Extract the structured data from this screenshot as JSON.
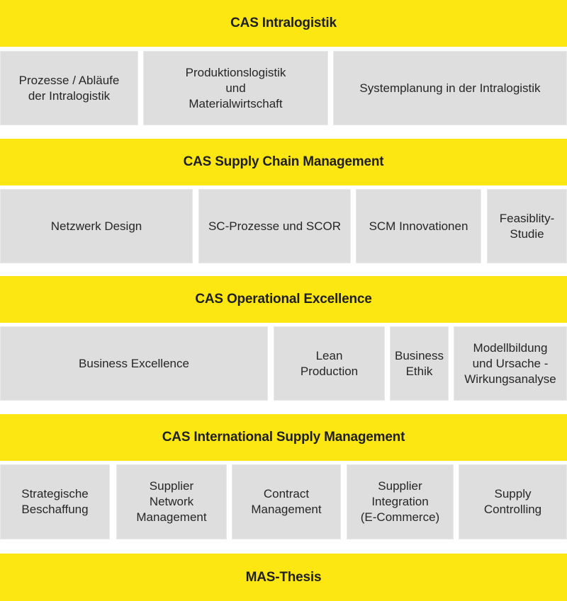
{
  "colors": {
    "header_band": "#fde713",
    "module_box": "#dedede",
    "text": "#222222"
  },
  "programs": [
    {
      "title": "CAS Intralogistik",
      "modules": [
        "Prozesse / Abläufe\nder Intralogistik",
        "Produktionslogistik\nund\nMaterialwirtschaft",
        "Systemplanung in der Intralogistik"
      ]
    },
    {
      "title": "CAS Supply Chain Management",
      "modules": [
        "Netzwerk Design",
        "SC-Prozesse und SCOR",
        "SCM Innovationen",
        "Feasiblity-\nStudie"
      ]
    },
    {
      "title": "CAS Operational Excellence",
      "modules": [
        "Business Excellence",
        "Lean\nProduction",
        "Business\nEthik",
        "Modellbildung\nund Ursache -\nWirkungsanalyse"
      ]
    },
    {
      "title": "CAS International Supply Management",
      "modules": [
        "Strategische\nBeschaffung",
        "Supplier\nNetwork\nManagement",
        "Contract\nManagement",
        "Supplier\nIntegration\n(E-Commerce)",
        "Supply\nControlling"
      ]
    }
  ],
  "thesis": {
    "title": "MAS-Thesis"
  }
}
